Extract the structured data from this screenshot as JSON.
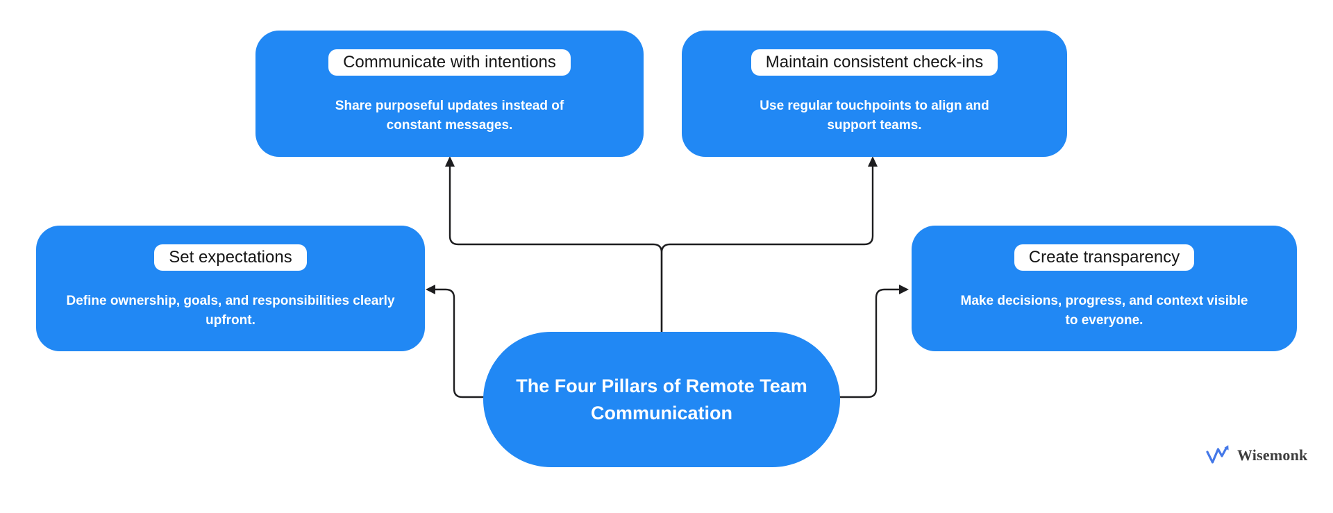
{
  "colors": {
    "background": "#ffffff",
    "node_blue": "#2188f4",
    "label_bg": "#ffffff",
    "label_text": "#161616",
    "body_text": "#ffffff",
    "connector": "#1d1d1f",
    "logo_blue": "#4478e8",
    "logo_text": "#3d3d3d"
  },
  "center": {
    "title": "The Four Pillars of Remote Team\nCommunication"
  },
  "nodes": [
    {
      "id": "communicate-with-intentions",
      "label": "Communicate with intentions",
      "body": "Share purposeful updates instead of\nconstant messages."
    },
    {
      "id": "maintain-consistent-check-ins",
      "label": "Maintain consistent check-ins",
      "body": "Use regular touchpoints to align and\nsupport teams."
    },
    {
      "id": "set-expectations",
      "label": "Set expectations",
      "body": "Define ownership, goals, and responsibilities clearly\nupfront."
    },
    {
      "id": "create-transparency",
      "label": "Create transparency",
      "body": "Make decisions, progress, and context visible\nto everyone."
    }
  ],
  "branding": {
    "name": "Wisemonk"
  }
}
